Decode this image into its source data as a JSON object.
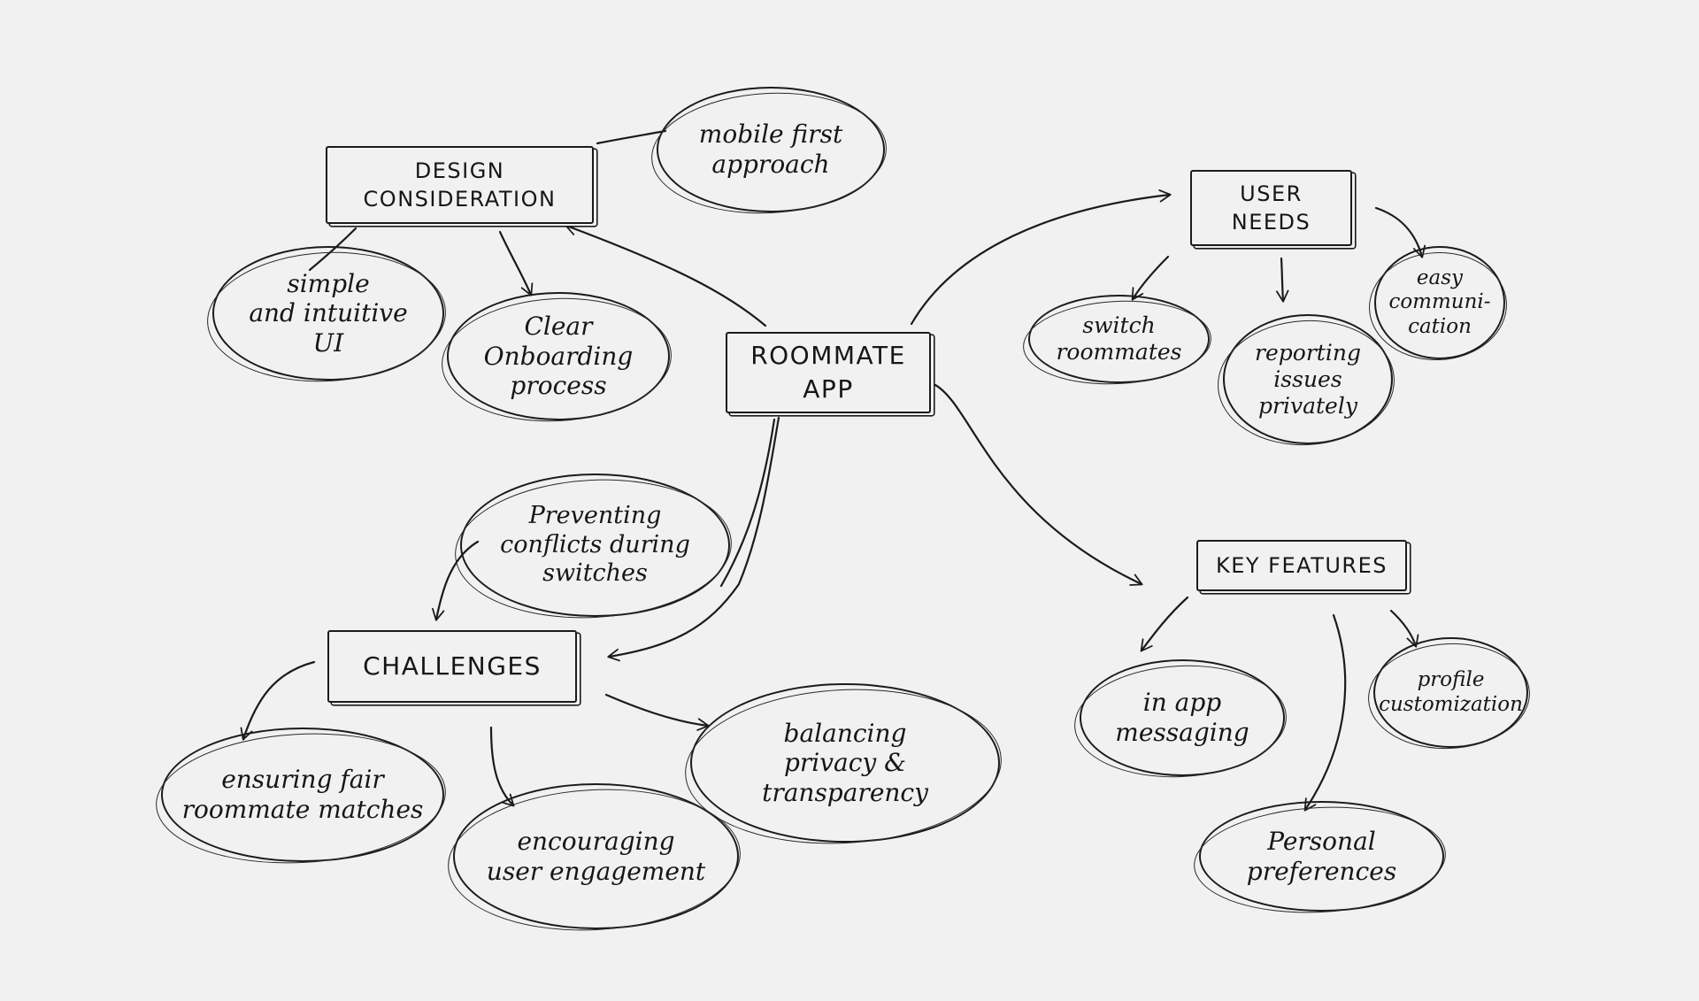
{
  "colors": {
    "background": "#f1f1f1",
    "ink": "#1b1b1b"
  },
  "center": {
    "label": "ROOMMATE\nAPP"
  },
  "design": {
    "label": "DESIGN\nCONSIDERATION",
    "mobile": "mobile first\napproach",
    "simple_ui": "simple\nand intuitive\nUI",
    "onboarding": "Clear\nOnboarding\nprocess"
  },
  "user_needs": {
    "label": "USER\nNEEDS",
    "switch": "switch\nroommates",
    "reporting": "reporting\nissues\nprivately",
    "communication": "easy\ncommuni-\ncation"
  },
  "challenges": {
    "label": "CHALLENGES",
    "conflicts": "Preventing\nconflicts during\nswitches",
    "fair_matches": "ensuring fair\nroommate matches",
    "engagement": "encouraging\nuser engagement",
    "privacy": "balancing\nprivacy &\ntransparency"
  },
  "key_features": {
    "label": "KEY  FEATURES",
    "messaging": "in app\nmessaging",
    "profile": "profile\ncustomization",
    "preferences": "Personal\npreferences"
  }
}
